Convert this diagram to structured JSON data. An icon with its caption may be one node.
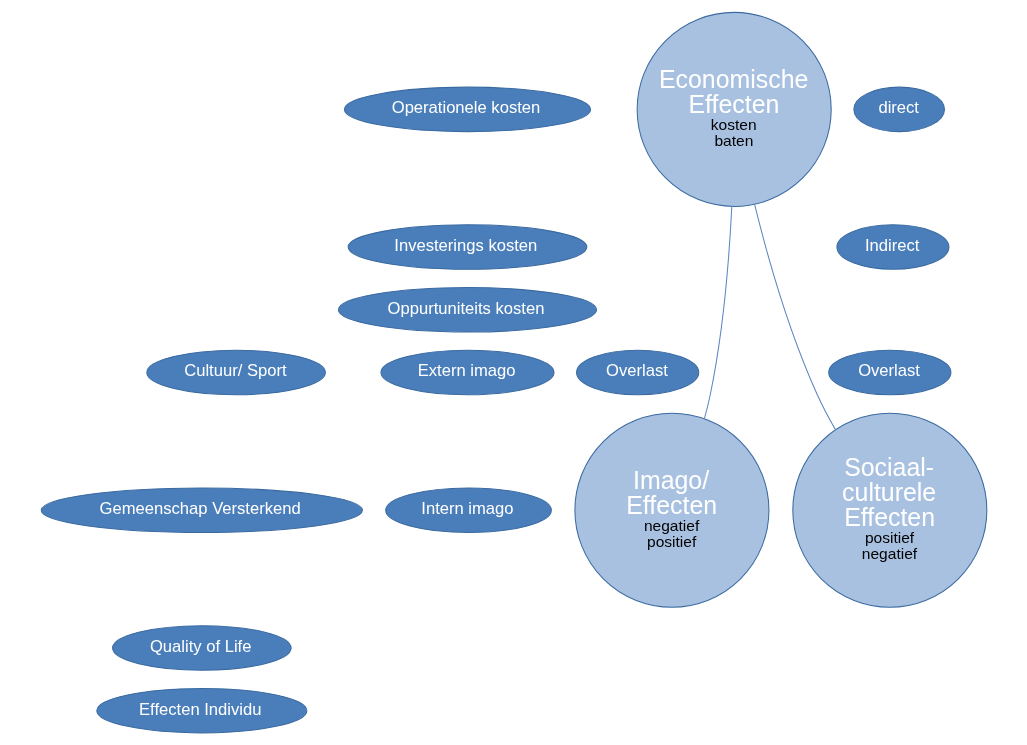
{
  "diagram": {
    "nodes": [
      {
        "text": [
          "Economische Effecten",
          "kosten",
          "baten"
        ]
      },
      {
        "text": [
          "Operationele kosten"
        ]
      },
      {
        "text": [
          "Investerings kosten"
        ]
      },
      {
        "text": [
          "Oppurtuniteits kosten"
        ]
      },
      {
        "text": [
          "direct"
        ]
      },
      {
        "text": [
          "Indirect"
        ]
      },
      {
        "text": [
          "Overlast"
        ]
      },
      {
        "text": [
          "Imago/ Effecten",
          "negatief",
          "positief"
        ]
      },
      {
        "text": [
          "Extern imago"
        ]
      },
      {
        "text": [
          "Intern imago"
        ]
      },
      {
        "text": [
          "Cultuur/ Sport"
        ]
      },
      {
        "text": [
          "Gemeenschap Versterkend"
        ]
      },
      {
        "text": [
          "Quality of Life"
        ]
      },
      {
        "text": [
          "Effecten Individu"
        ]
      },
      {
        "text": [
          "Overlast"
        ]
      },
      {
        "text": [
          "Sociaal- culturele Effecten",
          "positief",
          "negatief"
        ]
      }
    ],
    "edges": [
      {
        "from": 0,
        "to": 7,
        "arrow": "none"
      },
      {
        "from": 0,
        "to": 15,
        "arrow": "none"
      }
    ]
  }
}
